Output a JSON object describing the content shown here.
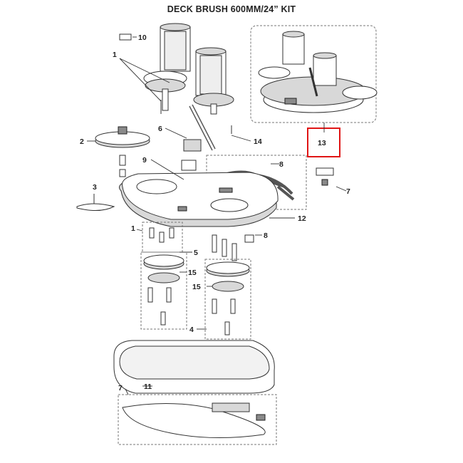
{
  "title": "DECK BRUSH 600MM/24” KIT",
  "callouts": {
    "c10": "10",
    "c1a": "1",
    "c2": "2",
    "c6": "6",
    "c14": "14",
    "c9": "9",
    "c8a": "8",
    "c3": "3",
    "c7a": "7",
    "c12": "12",
    "c1b": "1",
    "c8b": "8",
    "c5": "5",
    "c15a": "15",
    "c15b": "15",
    "c4": "4",
    "c11": "11",
    "c7b": "7",
    "c13": "13"
  },
  "highlight_color": "#e01515"
}
